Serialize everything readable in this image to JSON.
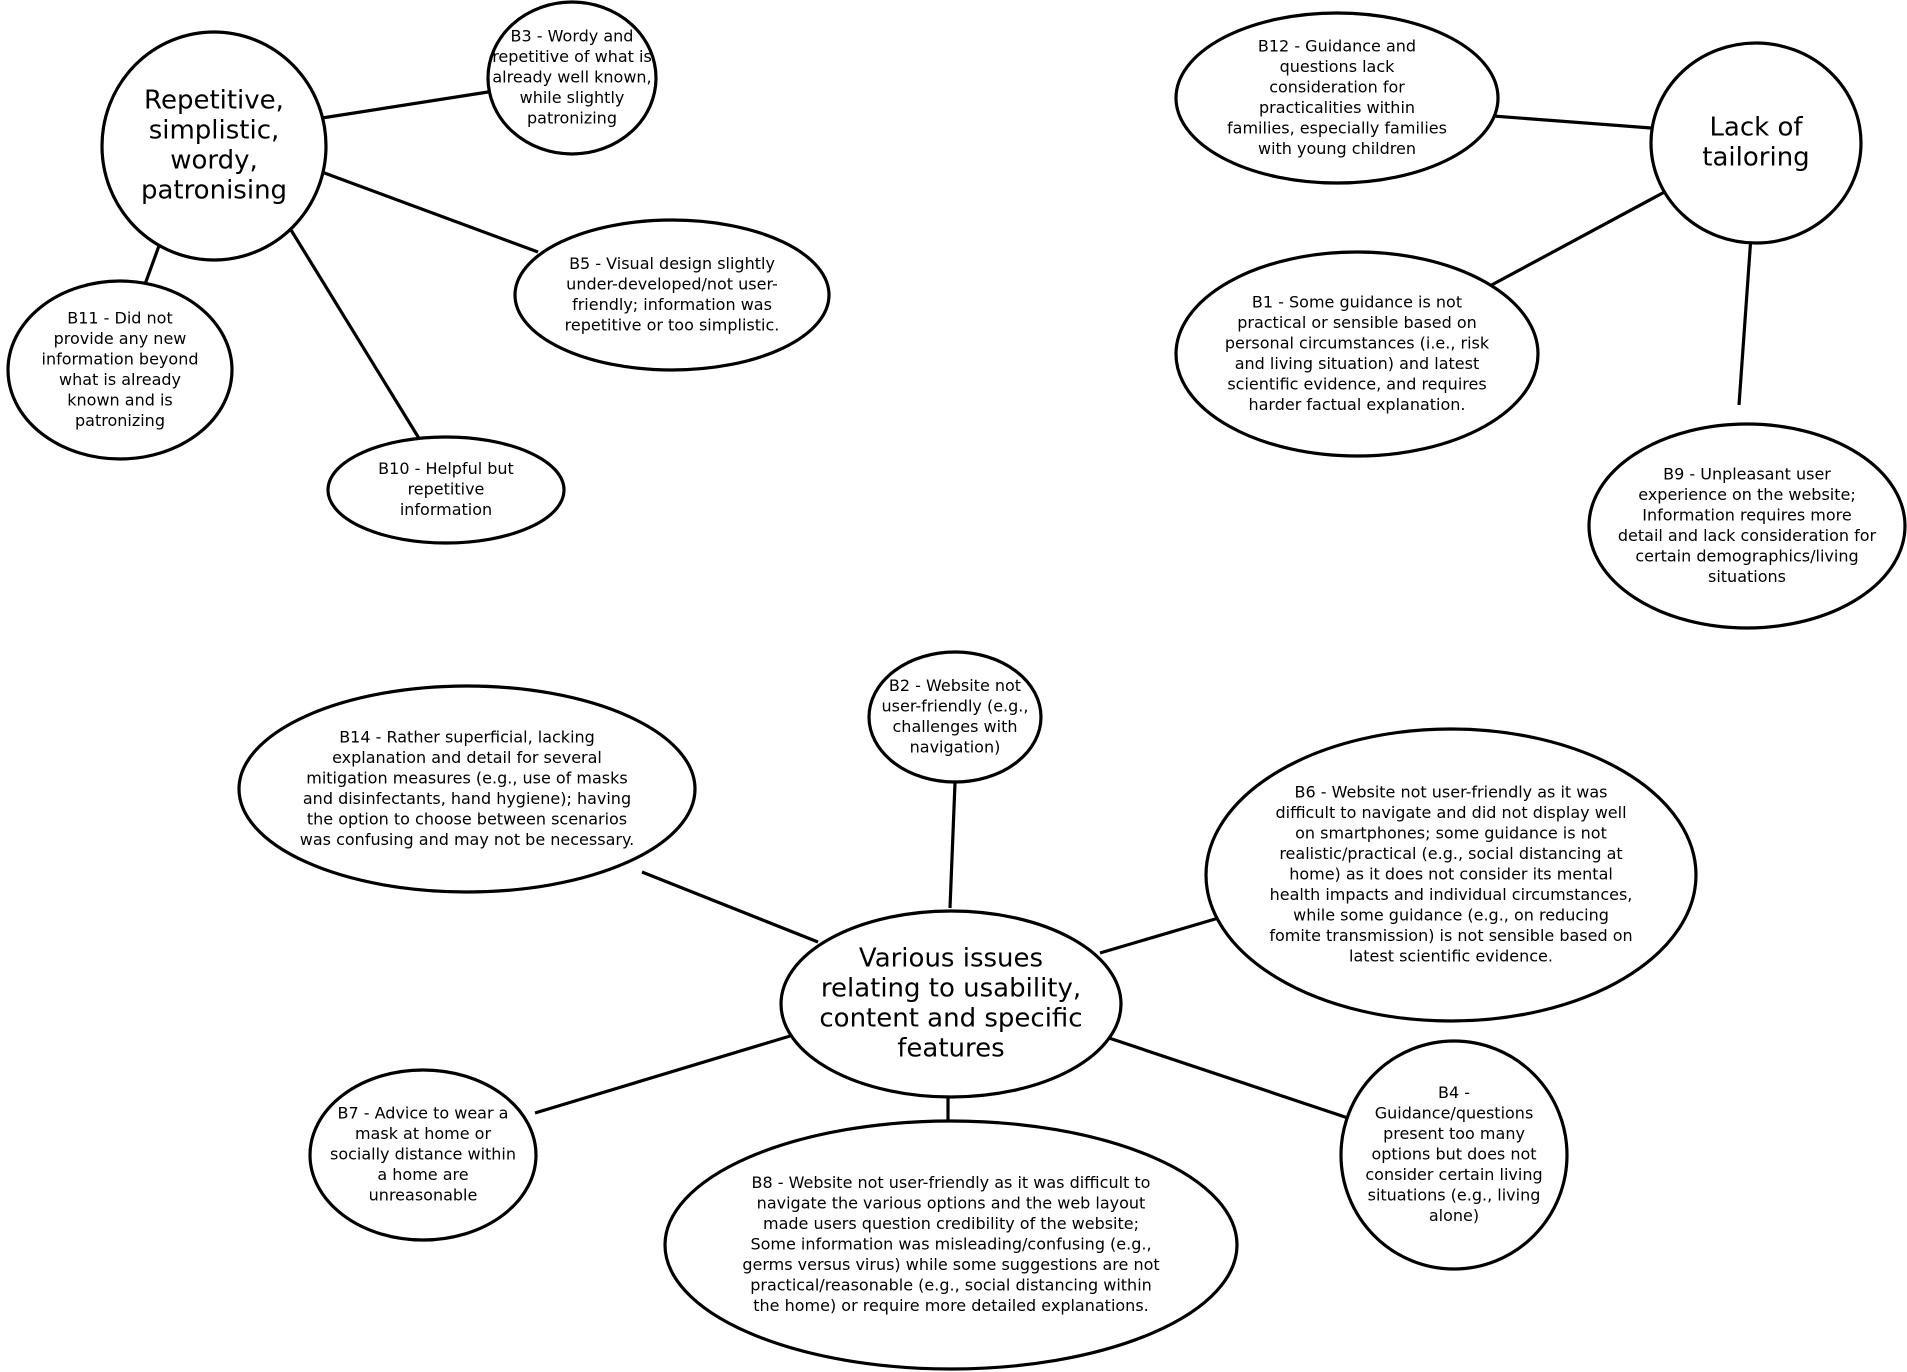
{
  "clusters": [
    {
      "id": "repetitive",
      "hub": {
        "id": "hub-repetitive",
        "lines": [
          "Repetitive,",
          "simplistic,",
          "wordy,",
          "patronising"
        ]
      },
      "leaves": [
        {
          "id": "b3",
          "lines": [
            "B3 - Wordy and",
            "repetitive of what is",
            "already well known,",
            "while slightly",
            "patronizing"
          ]
        },
        {
          "id": "b5",
          "lines": [
            "B5 - Visual design slightly",
            "under-developed/not user-",
            "friendly; information was",
            "repetitive or too simplistic."
          ]
        },
        {
          "id": "b11",
          "lines": [
            "B11 - Did not",
            "provide any new",
            "information beyond",
            "what is already",
            "known and is",
            "patronizing"
          ]
        },
        {
          "id": "b10",
          "lines": [
            "B10 - Helpful but",
            "repetitive",
            "information"
          ]
        }
      ]
    },
    {
      "id": "tailoring",
      "hub": {
        "id": "hub-tailoring",
        "lines": [
          "Lack of",
          "tailoring"
        ]
      },
      "leaves": [
        {
          "id": "b12",
          "lines": [
            "B12 - Guidance and",
            "questions lack",
            "consideration for",
            "practicalities within",
            "families, especially families",
            "with young children"
          ]
        },
        {
          "id": "b1",
          "lines": [
            "B1 - Some guidance is not",
            "practical or sensible based on",
            "personal circumstances (i.e., risk",
            "and living situation) and latest",
            "scientific evidence, and requires",
            "harder factual explanation."
          ]
        },
        {
          "id": "b9",
          "lines": [
            "B9 - Unpleasant user",
            "experience on the website;",
            "Information requires more",
            "detail and lack consideration for",
            "certain demographics/living",
            "situations"
          ]
        }
      ]
    },
    {
      "id": "usability",
      "hub": {
        "id": "hub-usability",
        "lines": [
          "Various issues",
          "relating to usability,",
          "content and specific",
          "features"
        ]
      },
      "leaves": [
        {
          "id": "b2",
          "lines": [
            "B2 - Website not",
            "user-friendly (e.g.,",
            "challenges with",
            "navigation)"
          ]
        },
        {
          "id": "b14",
          "lines": [
            "B14 - Rather superficial, lacking",
            "explanation and detail for several",
            "mitigation measures (e.g., use of masks",
            "and disinfectants, hand hygiene); having",
            "the option to choose between scenarios",
            "was confusing and may not be necessary."
          ]
        },
        {
          "id": "b6",
          "lines": [
            "B6 - Website not user-friendly as it was",
            "difficult to navigate and did not display well",
            "on smartphones; some guidance is not",
            "realistic/practical (e.g., social distancing at",
            "home) as it does not consider its mental",
            "health impacts and individual circumstances,",
            "while some guidance (e.g., on reducing",
            "fomite transmission) is not sensible based on",
            "latest scientific evidence."
          ]
        },
        {
          "id": "b7",
          "lines": [
            "B7 - Advice to wear a",
            "mask at home or",
            "socially distance within",
            "a home are",
            "unreasonable"
          ]
        },
        {
          "id": "b8",
          "lines": [
            "B8 - Website not user-friendly as it was difficult to",
            "navigate the various options and the web layout",
            "made users question credibility of the website;",
            "Some information was misleading/confusing (e.g.,",
            "germs versus virus) while some suggestions are not",
            "practical/reasonable (e.g., social distancing within",
            "the home) or require more detailed explanations."
          ]
        },
        {
          "id": "b4",
          "lines": [
            "B4 -",
            "Guidance/questions",
            "present too many",
            "options but does not",
            "consider certain living",
            "situations (e.g., living",
            "alone)"
          ]
        }
      ]
    }
  ]
}
